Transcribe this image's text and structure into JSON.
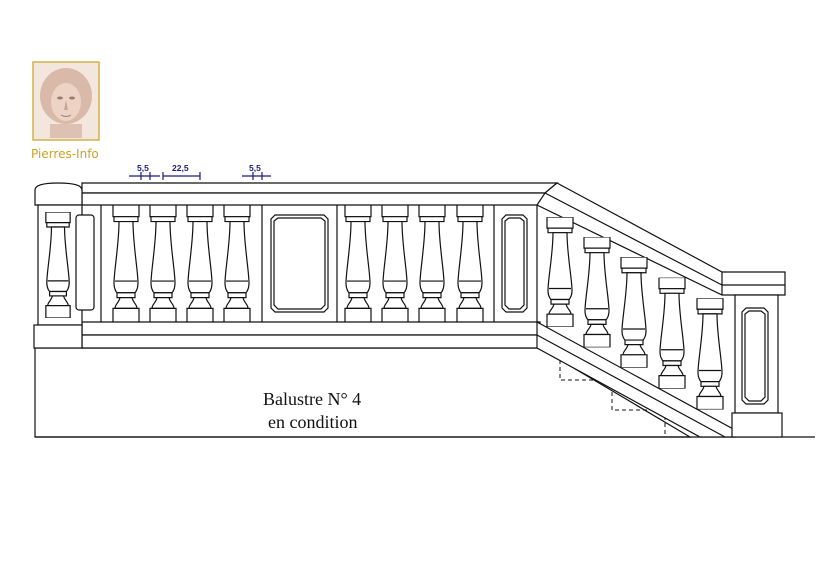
{
  "logo": {
    "text": "Pierres-Info",
    "border_color": "#d4b24a",
    "text_color": "#c9a227"
  },
  "dimensions": [
    {
      "label": "5,5"
    },
    {
      "label": "22,5"
    },
    {
      "label": "5,5"
    }
  ],
  "caption": {
    "line1": "Balustre N° 4",
    "line2": "en condition"
  },
  "colors": {
    "dimension": "#1a1a80",
    "line": "#111111"
  }
}
